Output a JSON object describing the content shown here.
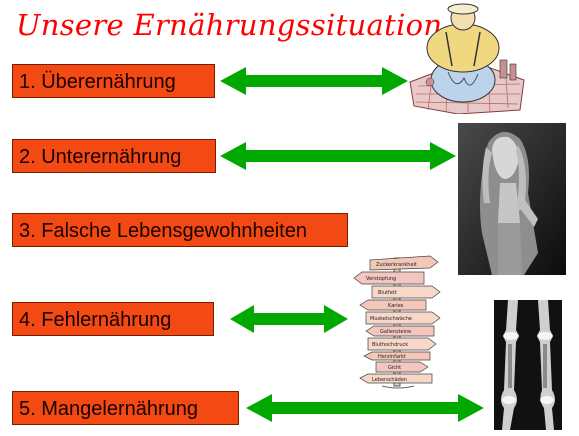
{
  "title": "Unsere Ernährungssituation",
  "items": [
    {
      "label": "1. Überernährung"
    },
    {
      "label": "2. Unterernährung"
    },
    {
      "label": "3. Falsche Lebensgewohnheiten"
    },
    {
      "label": "4. Fehlernährung"
    },
    {
      "label": "5. Mangelernährung"
    }
  ],
  "signpost": {
    "signs": [
      "Zuckerkrankheit",
      "Verstopfung",
      "Blutfett",
      "Karies",
      "Muskelschwäche",
      "Gallensteine",
      "Bluthochdruck",
      "Herzinfarkt",
      "Gicht",
      "Leberschäden"
    ]
  },
  "colors": {
    "title": "#ff0000",
    "box_fill": "#f24a12",
    "arrow": "#00a800"
  }
}
